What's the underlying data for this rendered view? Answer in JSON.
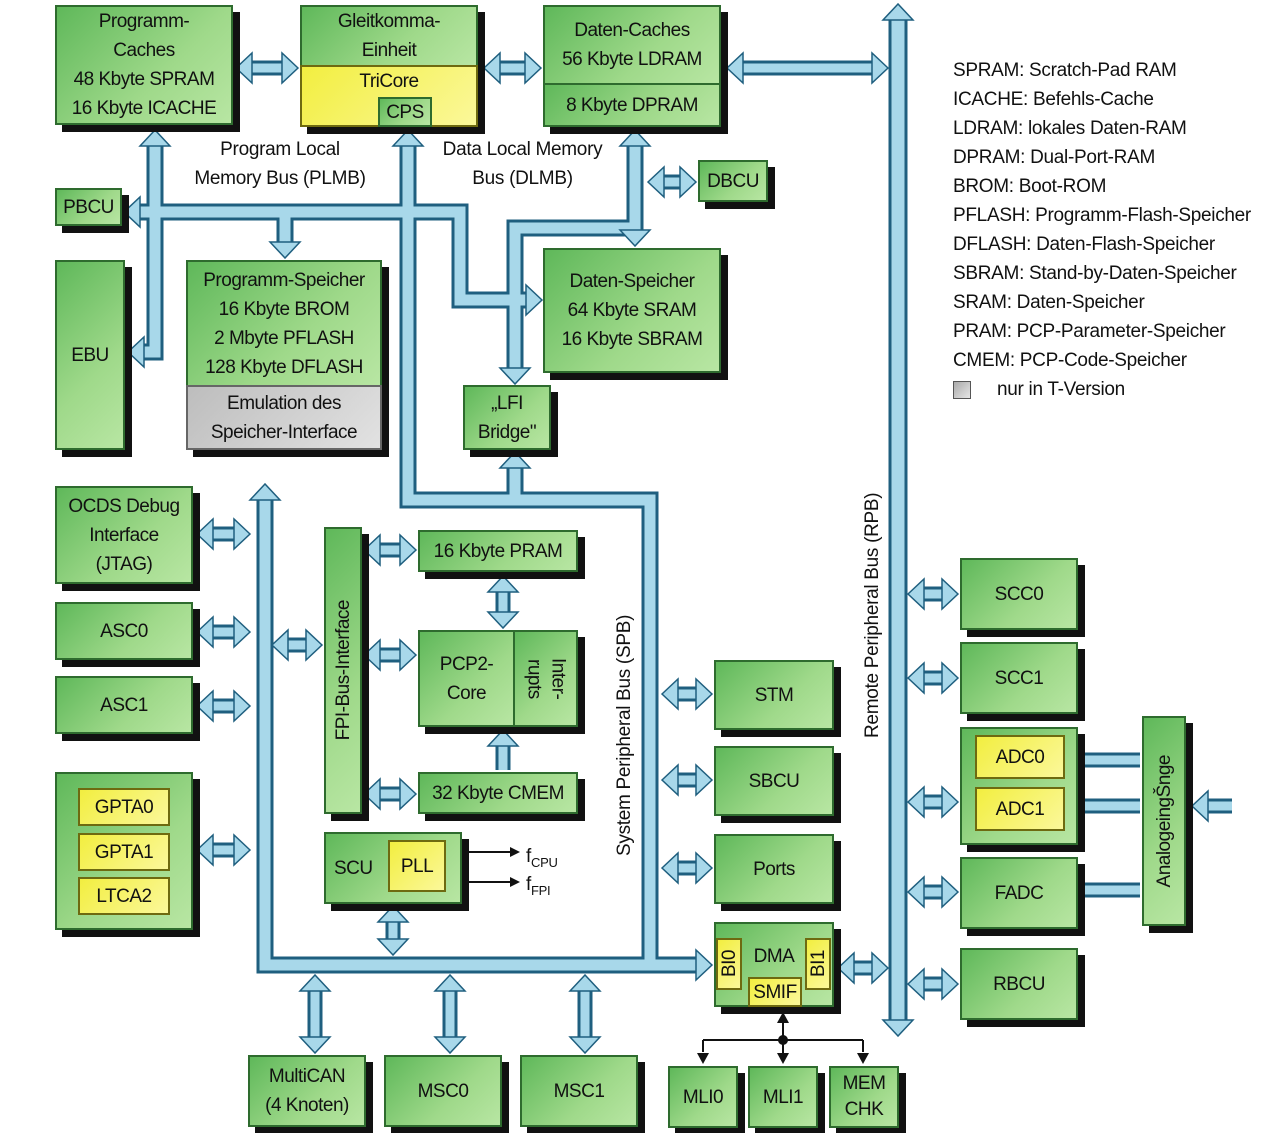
{
  "colors": {
    "block": "#7cc96c",
    "highlight": "#f5f26a",
    "emulation": "#cfcfcf",
    "bus": "#a8d8ea",
    "bus_outline": "#1f5f7f"
  },
  "blocks": {
    "prog_caches": "Programm-\nCaches\n48 Kbyte SPRAM\n16 Kbyte ICACHE",
    "fpu": "Gleitkomma-\nEinheit",
    "tricore": "TriCore",
    "cps": "CPS",
    "data_caches": "Daten-Caches\n56 Kbyte LDRAM",
    "dpram": "8 Kbyte DPRAM",
    "pbcu": "PBCU",
    "dbcu": "DBCU",
    "ebu": "EBU",
    "prog_mem": "Programm-Speicher\n16 Kbyte BROM\n2 Mbyte PFLASH\n128 Kbyte DFLASH",
    "emulation": "Emulation des\nSpeicher-Interface",
    "data_mem": "Daten-Speicher\n64 Kbyte SRAM\n16 Kbyte SBRAM",
    "lfi": "„LFI\nBridge\"",
    "ocds": "OCDS Debug\nInterface\n(JTAG)",
    "asc0": "ASC0",
    "asc1": "ASC1",
    "gpta0": "GPTA0",
    "gpta1": "GPTA1",
    "ltca2": "LTCA2",
    "fpi": "FPI-Bus-Interface",
    "pram": "16 Kbyte PRAM",
    "pcp": "PCP2-\nCore",
    "interrupts": "Inter-\nrupts",
    "cmem": "32 Kbyte CMEM",
    "scu": "SCU",
    "pll": "PLL",
    "stm": "STM",
    "sbcu": "SBCU",
    "ports": "Ports",
    "dma": "DMA",
    "bi0": "BI0",
    "bi1": "BI1",
    "smif": "SMIF",
    "scc0": "SCC0",
    "scc1": "SCC1",
    "adc0": "ADC0",
    "adc1": "ADC1",
    "fadc": "FADC",
    "rbcu": "RBCU",
    "analog": "AnalogeingŠnge",
    "multican": "MultiCAN\n(4 Knoten)",
    "msc0": "MSC0",
    "msc1": "MSC1",
    "mli0": "MLI0",
    "mli1": "MLI1",
    "memchk": "MEM\nCHK"
  },
  "bus_labels": {
    "plmb": "Program Local\nMemory Bus (PLMB)",
    "dlmb": "Data Local Memory\nBus (DLMB)",
    "spb": "System Peripheral Bus (SPB)",
    "rpb": "Remote Peripheral Bus (RPB)"
  },
  "clocks": {
    "f": "f",
    "cpu": "CPU",
    "fpi": "FPI"
  },
  "legend": [
    "SPRAM: Scratch-Pad RAM",
    "ICACHE: Befehls-Cache",
    "LDRAM: lokales Daten-RAM",
    "DPRAM: Dual-Port-RAM",
    "BROM: Boot-ROM",
    "PFLASH: Programm-Flash-Speicher",
    "DFLASH: Daten-Flash-Speicher",
    "SBRAM: Stand-by-Daten-Speicher",
    "SRAM: Daten-Speicher",
    "PRAM: PCP-Parameter-Speicher",
    "CMEM: PCP-Code-Speicher"
  ],
  "legend_tversion": "nur in T-Version"
}
